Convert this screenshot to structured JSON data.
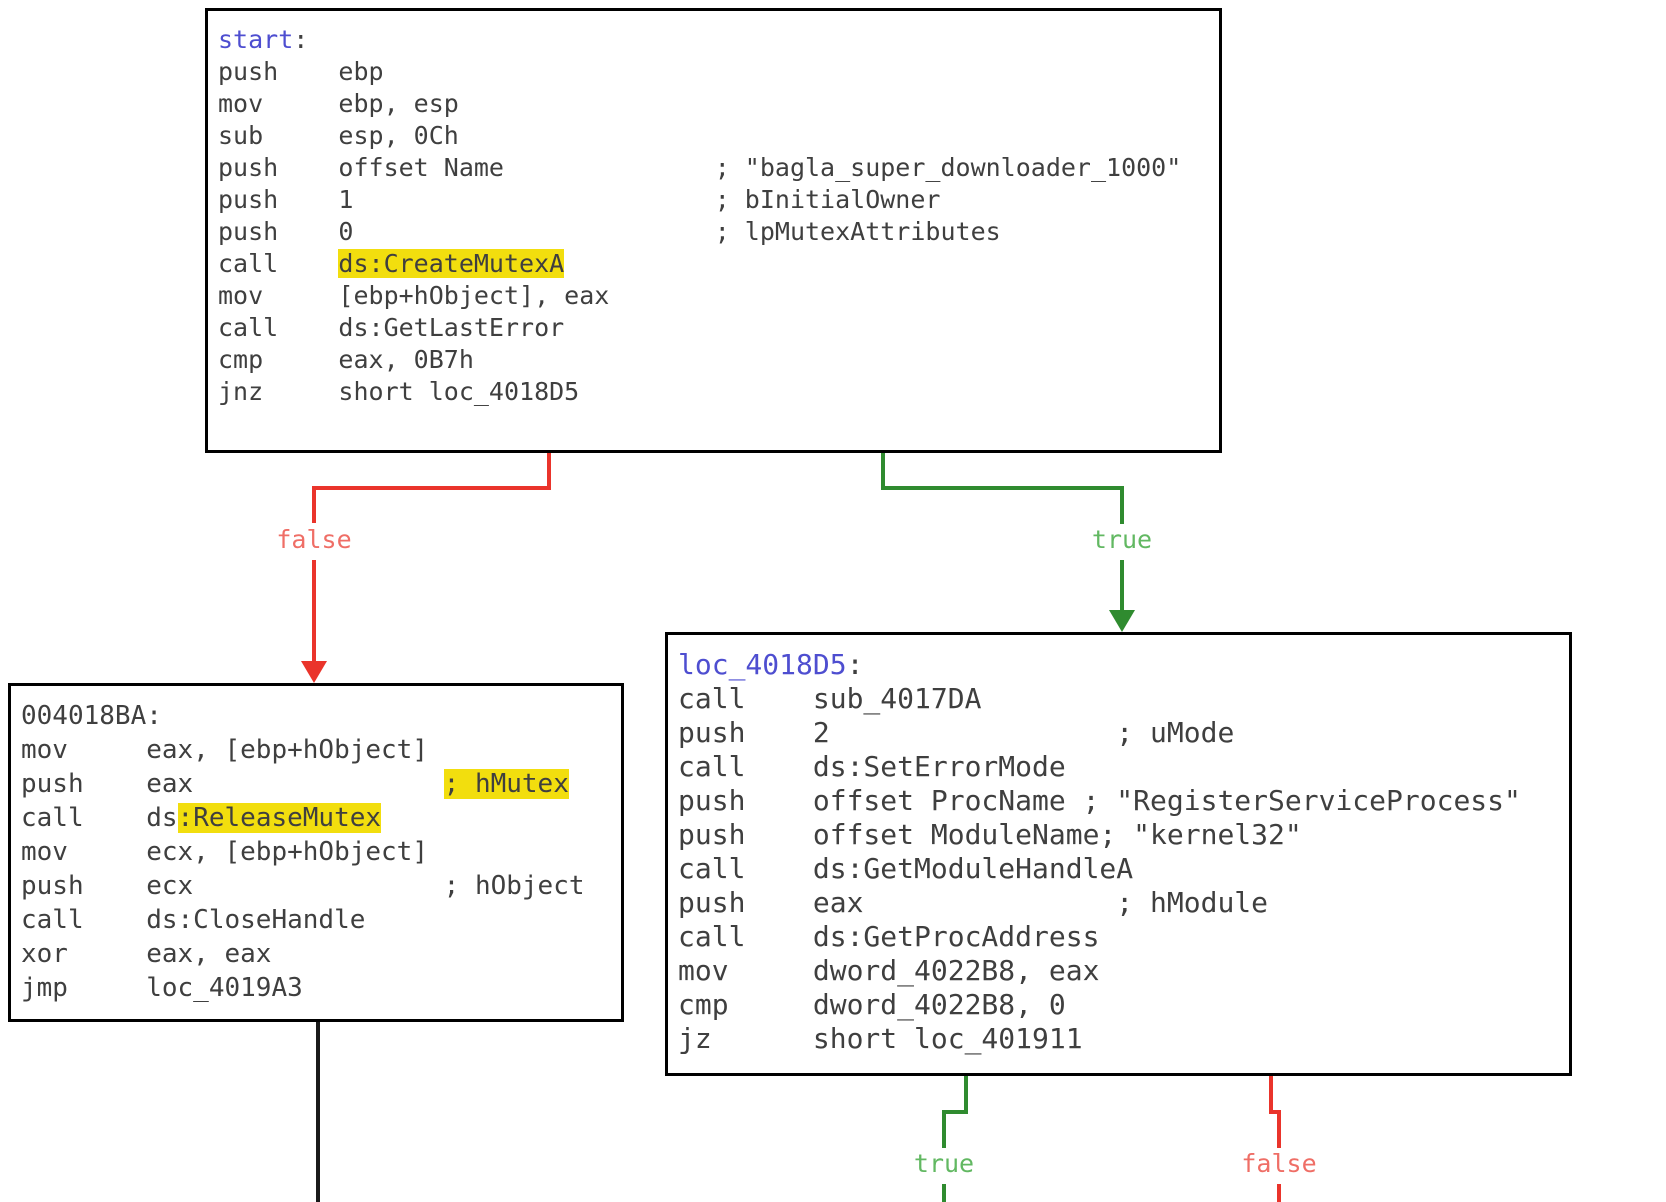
{
  "diagram": {
    "tool": "disassembly-flow-graph",
    "colors": {
      "text": "#3f3f3f",
      "border": "#000000",
      "label_blue": "#4e4ed0",
      "highlight": "#f2de0e",
      "edge_false": "#ea342b",
      "edge_true": "#2f8b2f",
      "edge_black": "#1a1a1a",
      "label_false": "#ef6e66",
      "label_true": "#62b862"
    },
    "edge_labels": {
      "top_false": "false",
      "top_true": "true",
      "bottom_true": "true",
      "bottom_false": "false"
    },
    "blocks": {
      "start": {
        "label": "start",
        "lines": [
          [
            [
              "b",
              "start"
            ],
            [
              "d",
              ":"
            ]
          ],
          [
            [
              "d",
              "push    ebp"
            ]
          ],
          [
            [
              "d",
              "mov     ebp, esp"
            ]
          ],
          [
            [
              "d",
              "sub     esp, 0Ch"
            ]
          ],
          [
            [
              "d",
              "push    offset Name              ; \"bagla_super_downloader_1000\""
            ]
          ],
          [
            [
              "d",
              "push    1                        ; bInitialOwner"
            ]
          ],
          [
            [
              "d",
              "push    0                        ; lpMutexAttributes"
            ]
          ],
          [
            [
              "d",
              "call    "
            ],
            [
              "h",
              "ds:CreateMutexA"
            ]
          ],
          [
            [
              "d",
              "mov     [ebp+hObject], eax"
            ]
          ],
          [
            [
              "d",
              "call    ds:GetLastError"
            ]
          ],
          [
            [
              "d",
              "cmp     eax, 0B7h"
            ]
          ],
          [
            [
              "d",
              "jnz     short loc_4018D5"
            ]
          ]
        ]
      },
      "left": {
        "label": "004018BA",
        "lines": [
          [
            [
              "d",
              "004018BA:"
            ]
          ],
          [
            [
              "d",
              "mov     eax, [ebp+hObject]"
            ]
          ],
          [
            [
              "d",
              "push    eax                "
            ],
            [
              "h",
              "; hMutex"
            ]
          ],
          [
            [
              "d",
              "call    ds"
            ],
            [
              "h",
              ":ReleaseMutex"
            ]
          ],
          [
            [
              "d",
              "mov     ecx, [ebp+hObject]"
            ]
          ],
          [
            [
              "d",
              "push    ecx                ; hObject"
            ]
          ],
          [
            [
              "d",
              "call    ds:CloseHandle"
            ]
          ],
          [
            [
              "d",
              "xor     eax, eax"
            ]
          ],
          [
            [
              "d",
              "jmp     loc_4019A3"
            ]
          ]
        ]
      },
      "right": {
        "label": "loc_4018D5",
        "lines": [
          [
            [
              "b",
              "loc_4018D5"
            ],
            [
              "d",
              ":"
            ]
          ],
          [
            [
              "d",
              "call    sub_4017DA"
            ]
          ],
          [
            [
              "d",
              "push    2                 ; uMode"
            ]
          ],
          [
            [
              "d",
              "call    ds:SetErrorMode"
            ]
          ],
          [
            [
              "d",
              "push    offset ProcName ; \"RegisterServiceProcess\""
            ]
          ],
          [
            [
              "d",
              "push    offset ModuleName; \"kernel32\""
            ]
          ],
          [
            [
              "d",
              "call    ds:GetModuleHandleA"
            ]
          ],
          [
            [
              "d",
              "push    eax               ; hModule"
            ]
          ],
          [
            [
              "d",
              "call    ds:GetProcAddress"
            ]
          ],
          [
            [
              "d",
              "mov     dword_4022B8, eax"
            ]
          ],
          [
            [
              "d",
              "cmp     dword_4022B8, 0"
            ]
          ],
          [
            [
              "d",
              "jz      short loc_401911"
            ]
          ]
        ]
      }
    }
  }
}
